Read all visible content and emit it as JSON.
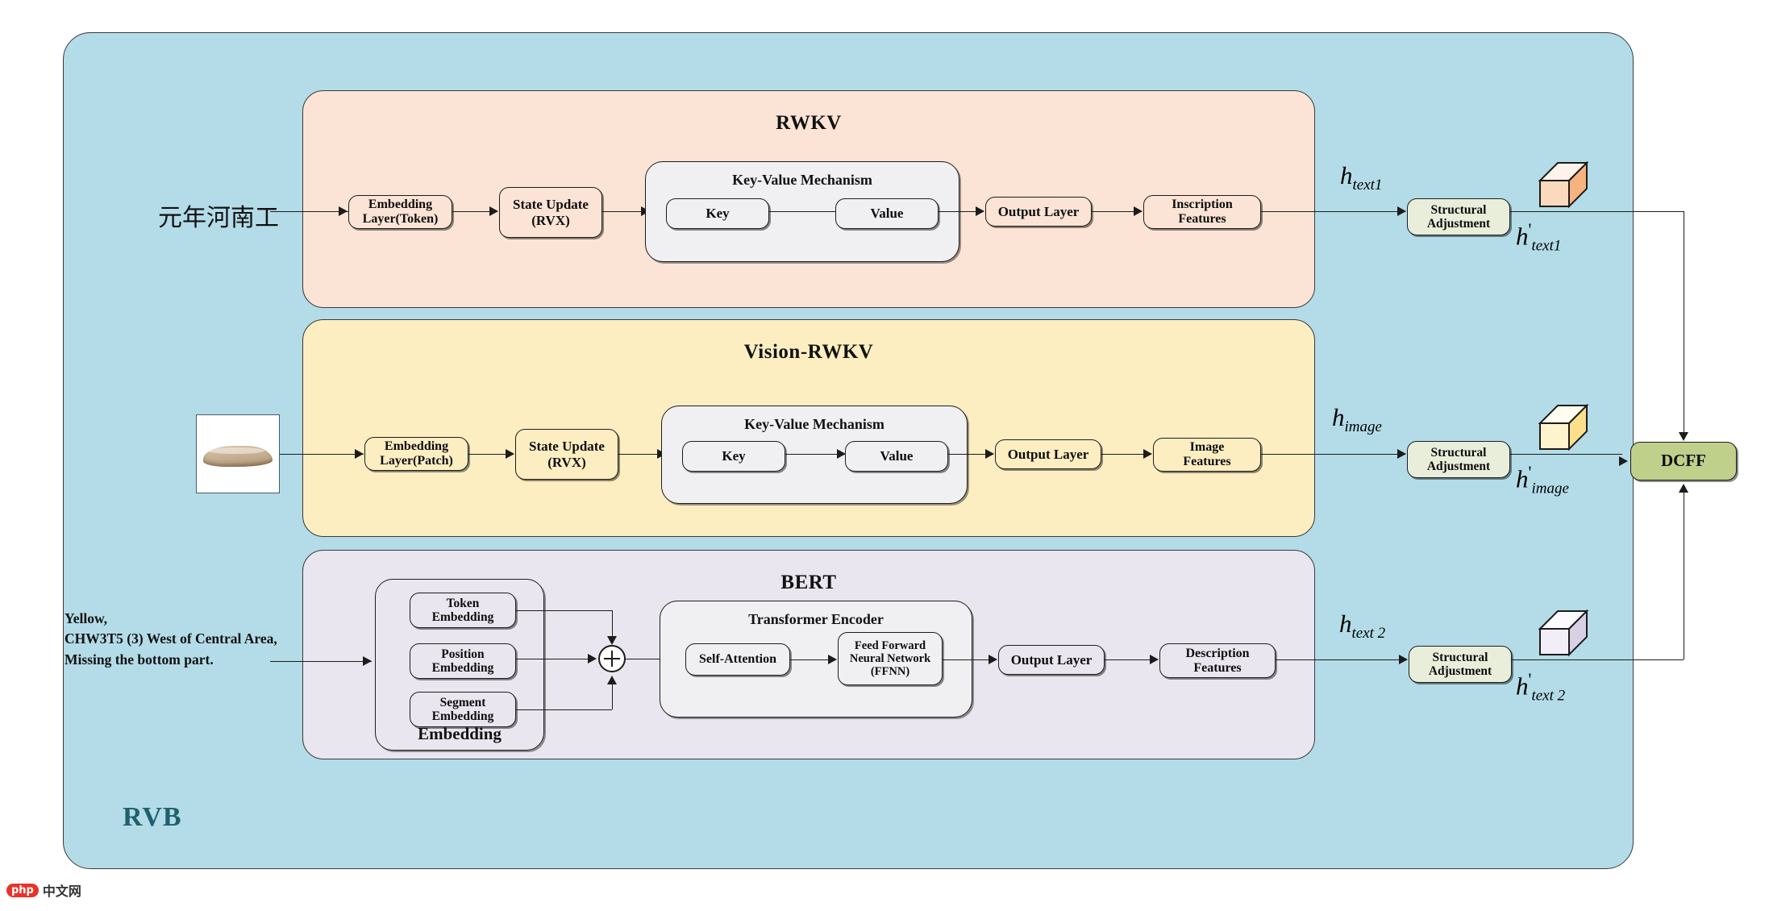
{
  "diagram": {
    "outer_label": "RVB",
    "accent_colors": {
      "outer_panel": "#b3dce8",
      "rwkv_panel": "#fbe4d5",
      "vision_rwkv_panel": "#fdeec2",
      "bert_panel": "#eae6ef",
      "group_panel": "#f0f0f2",
      "structural_adjustment": "#e9eedb",
      "dcff": "#bfd08a",
      "rvb_label": "#1f5f6e"
    }
  },
  "inputs": {
    "chinese_text": "元年河南工",
    "description_text": "Yellow,\nCHW3T5 (3) West of Central Area,\n Missing the bottom part.",
    "image_caption": "oracle-bone-fragment-thumbnail"
  },
  "rows": {
    "rwkv": {
      "title": "RWKV",
      "embedding": "Embedding\nLayer(Token)",
      "state_update": "State Update\n(RVX)",
      "kv_group_title": "Key-Value Mechanism",
      "key": "Key",
      "value": "Value",
      "output_layer": "Output Layer",
      "features": "Inscription\nFeatures",
      "h_base": "h",
      "h_sub": "text1",
      "structural_adjustment": "Structural\nAdjustment",
      "h_out_base": "h",
      "h_out_sub": "text1"
    },
    "vision_rwkv": {
      "title": "Vision-RWKV",
      "embedding": "Embedding\nLayer(Patch)",
      "state_update": "State Update\n(RVX)",
      "kv_group_title": "Key-Value Mechanism",
      "key": "Key",
      "value": "Value",
      "output_layer": "Output Layer",
      "features": "Image\nFeatures",
      "h_base": "h",
      "h_sub": "image",
      "structural_adjustment": "Structural\nAdjustment",
      "h_out_base": "h",
      "h_out_sub": "image"
    },
    "bert": {
      "title": "BERT",
      "embedding_group_title": "Embedding",
      "token_embedding": "Token\nEmbedding",
      "position_embedding": "Position\nEmbedding",
      "segment_embedding": "Segment\nEmbedding",
      "sum_operator": "plus-circle",
      "encoder_group_title": "Transformer Encoder",
      "self_attention": "Self-Attention",
      "ffnn": "Feed Forward\nNeural Network\n(FFNN)",
      "output_layer": "Output Layer",
      "features": "Description\nFeatures",
      "h_base": "h",
      "h_sub": "text 2",
      "structural_adjustment": "Structural\nAdjustment",
      "h_out_base": "h",
      "h_out_sub": "text 2"
    }
  },
  "fusion": {
    "label": "DCFF"
  },
  "watermark": {
    "badge": "php",
    "text": "中文网"
  }
}
